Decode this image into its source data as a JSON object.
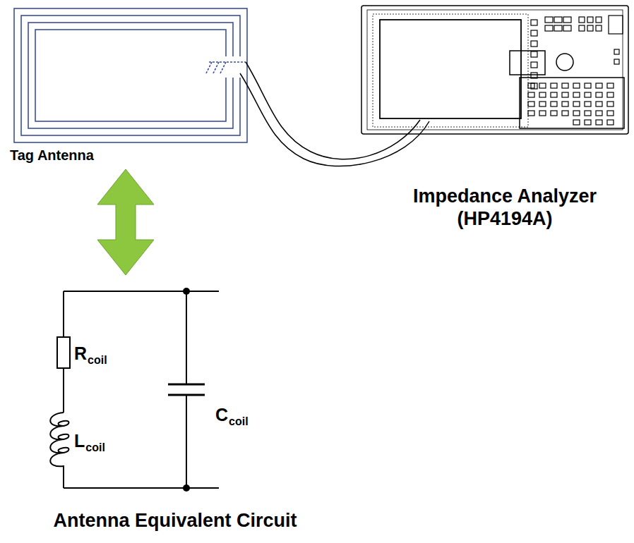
{
  "diagram": {
    "labels": [
      "Tag Antenna",
      "Impedance Analyzer (HP4194A)",
      "R",
      "coil",
      "L",
      "coil",
      "C",
      "coil",
      "Antenna Equivalent Circuit"
    ]
  }
}
